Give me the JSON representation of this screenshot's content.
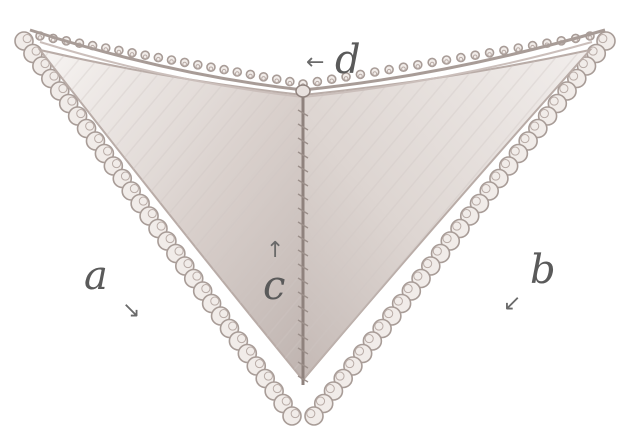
{
  "labels": {
    "a": "a",
    "b": "b",
    "c": "c",
    "d": "d"
  },
  "arrows": {
    "a": "↘",
    "b": "↙",
    "c": "↑",
    "d": "←"
  },
  "colors": {
    "fabric_light": "#f3efed",
    "fabric_shade": "#c9bfbb",
    "edge": "#b9aca7",
    "ink": "#5a5a5a"
  }
}
